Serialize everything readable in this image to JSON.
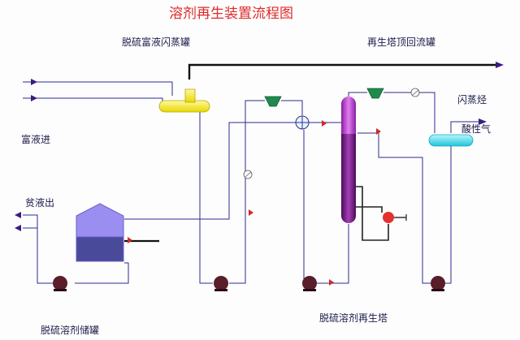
{
  "title": "溶剂再生装置流程图",
  "labels": {
    "flash_tank": "脱硫富液闪蒸罐",
    "reflux_tank": "再生塔顶回流罐",
    "rich_in": "富液进",
    "lean_out": "贫液出",
    "flash_hc": "闪蒸烃",
    "acid_gas": "酸性气",
    "storage_tank": "脱硫溶剂储罐",
    "regen_tower": "脱硫溶剂再生塔"
  },
  "colors": {
    "pipe": "#2c2c8f",
    "arrow": "#3a1a86",
    "flash_tank": "#f7ec1b",
    "tower": "#7b1b8a",
    "reflux_tank": "#3ed8e8",
    "pump": "#5a1d2a",
    "cooler": "#1f8a4c",
    "reboiler": "#e63030",
    "storage_top": "#9a8ff0",
    "storage_bottom": "#4a4a9a",
    "title": "#e02a2a"
  },
  "icons": [
    "pump-icon",
    "cooler-icon",
    "heat-exchanger-icon",
    "control-valve-icon",
    "reboiler-icon",
    "flow-arrow-icon"
  ]
}
